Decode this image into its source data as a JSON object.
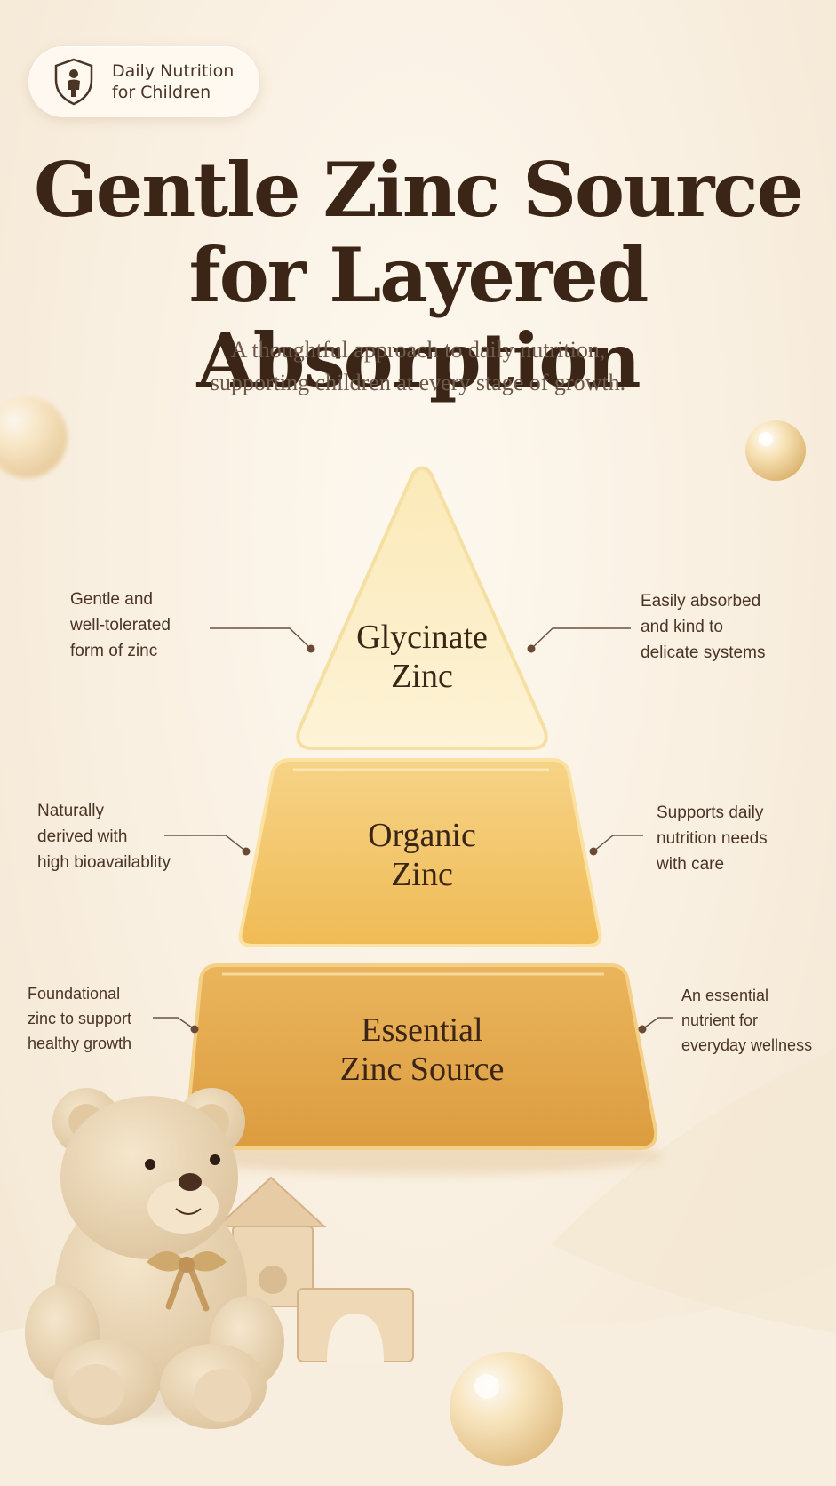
{
  "badge": {
    "icon": "child-shield-icon",
    "line1": "Daily Nutrition",
    "line2": "for Children"
  },
  "title": {
    "line1": "Gentle Zinc Source",
    "line2": "for Layered Absorption"
  },
  "subtitle": {
    "line1": "A thoughtful approach to daily nutrition,",
    "line2": "supporting children at every stage of growth."
  },
  "pyramid": {
    "top": {
      "line1": "Glycinate",
      "line2": "Zinc",
      "color": "#f9e3a6"
    },
    "middle": {
      "line1": "Organic",
      "line2": "Zinc",
      "color": "#f0bf5c"
    },
    "bottom": {
      "line1": "Essential",
      "line2": "Zinc Source",
      "color": "#e1a443"
    }
  },
  "annotations": {
    "top_left": [
      "Gentle and",
      "well-tolerated",
      "form of zinc"
    ],
    "top_right": [
      "Easily absorbed",
      "and kind to",
      "delicate systems"
    ],
    "middle_left": [
      "Naturally",
      "derived with",
      "high bioavailablity"
    ],
    "middle_right": [
      "Supports daily",
      "nutrition needs",
      "with care"
    ],
    "bottom_left": [
      "Foundational",
      "zinc to support",
      "healthy growth"
    ],
    "bottom_right": [
      "An essential",
      "nutrient for",
      "everyday wellness"
    ]
  },
  "colors": {
    "title": "#3b2517",
    "text": "#4a3424",
    "connector": "#6b5040",
    "background": "#fbf4e8"
  },
  "decor": {
    "bear": "teddy-bear-illustration",
    "blocks": "wooden-house-blocks",
    "bubbles": "golden-sphere-icon"
  }
}
